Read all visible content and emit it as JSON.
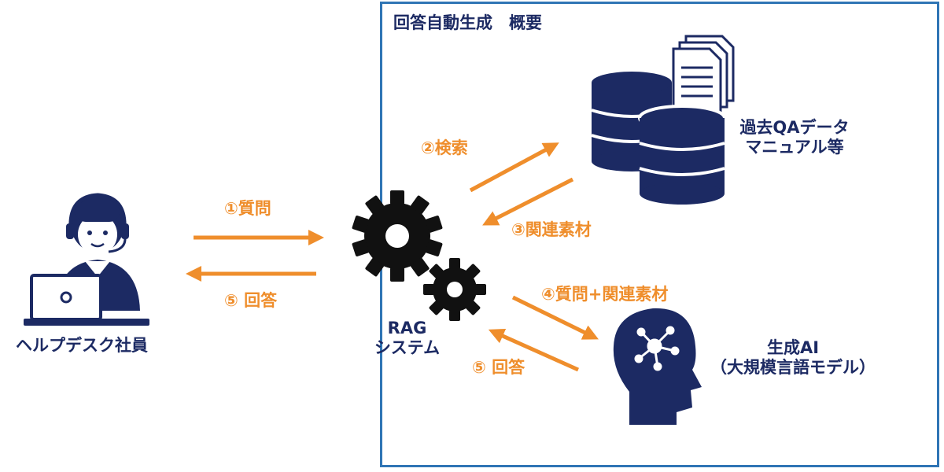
{
  "frame": {
    "title": "回答自動生成　概要"
  },
  "nodes": {
    "staff": {
      "label": "ヘルプデスク社員"
    },
    "rag": {
      "line1": "RAG",
      "line2": "システム"
    },
    "database": {
      "line1": "過去QAデータ",
      "line2": "マニュアル等"
    },
    "ai": {
      "line1": "生成AI",
      "line2": "（大規模言語モデル）"
    }
  },
  "arrows": {
    "question": "①質問",
    "answer_to_staff": "⑤ 回答",
    "search": "②検索",
    "related_material": "③関連素材",
    "question_plus_material": "④質問+関連素材",
    "answer_from_ai": "⑤ 回答"
  },
  "colors": {
    "navy": "#1c2a63",
    "orange": "#ef8e2c",
    "frame_blue": "#2f75b5",
    "gear": "#111111"
  }
}
